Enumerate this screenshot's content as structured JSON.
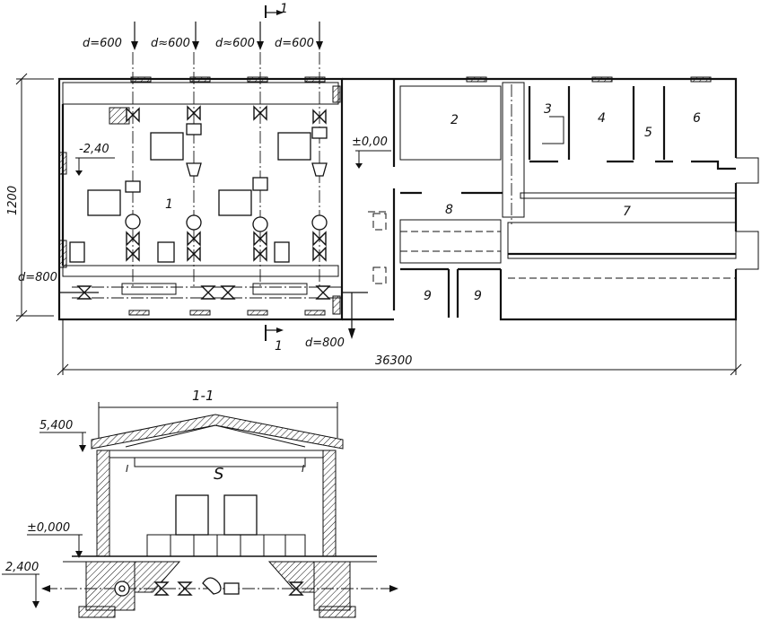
{
  "plan": {
    "pipe_labels_top": [
      "d=600",
      "d≈600",
      "d≈600",
      "d=600"
    ],
    "pipe_label_left": "d=800",
    "pipe_label_bottom": "d=800",
    "section_mark": "1",
    "level_hall": "-2,40",
    "level_corridor": "±0,00",
    "dim_height": "1200",
    "dim_length": "36300",
    "room_numbers": [
      "1",
      "2",
      "3",
      "4",
      "5",
      "6",
      "7",
      "8",
      "9",
      "9"
    ]
  },
  "section": {
    "title": "1-1",
    "level_roof": "5,400",
    "level_floor": "±0,000",
    "level_basement": "2,400",
    "crane_mark": "S"
  }
}
